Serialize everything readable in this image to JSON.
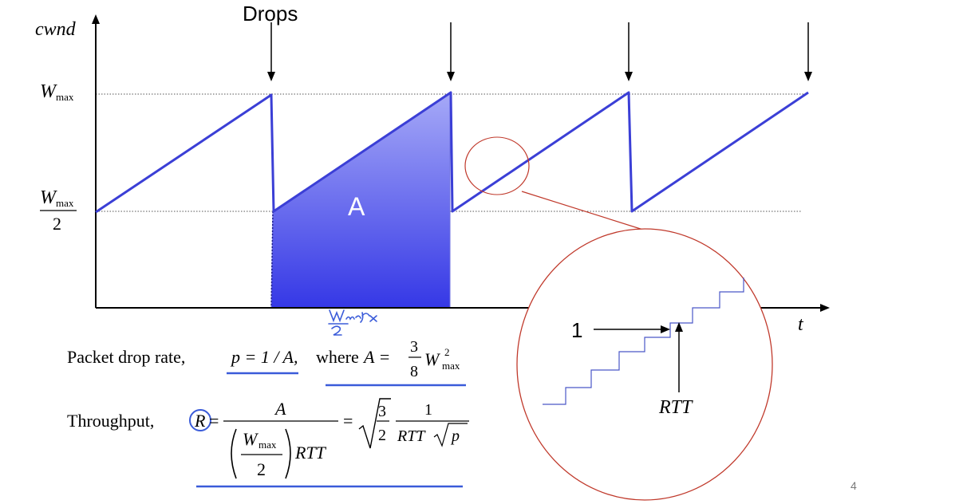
{
  "diagram": {
    "drops_label": "Drops",
    "y_axis_label": "cwnd",
    "x_axis_label": "t",
    "wmax_label": {
      "base": "W",
      "sub": "max"
    },
    "half_wmax_label": {
      "base": "W",
      "sub": "max",
      "den": "2"
    },
    "area_label": "A",
    "handwritten_note": "Wmax/2",
    "inset": {
      "one_label": "1",
      "rtt_label": "RTT"
    },
    "page_number": "4"
  },
  "equations": {
    "drop_rate": {
      "lead": "Packet drop rate,",
      "p_eq": "p = 1 / A,",
      "where": "where",
      "A_eq": "A =",
      "num": "3",
      "den": "8",
      "W": "W",
      "sup": "2",
      "sub": "max"
    },
    "throughput": {
      "lead": "Throughput,",
      "R": "R",
      "eq": "=",
      "A": "A",
      "W": "W",
      "sub": "max",
      "two": "2",
      "RTT": "RTT",
      "eq2": "=",
      "three": "3",
      "one": "1",
      "RTT2": "RTT",
      "p": "p"
    }
  },
  "colors": {
    "sawtooth": "#3b3fd6",
    "area_top": "#a3a6f5",
    "area_bottom": "#3a3ee8",
    "inset_circle": "#c0392b",
    "inset_stair": "#4a57c8",
    "ink_blue": "#3a5bd9"
  }
}
